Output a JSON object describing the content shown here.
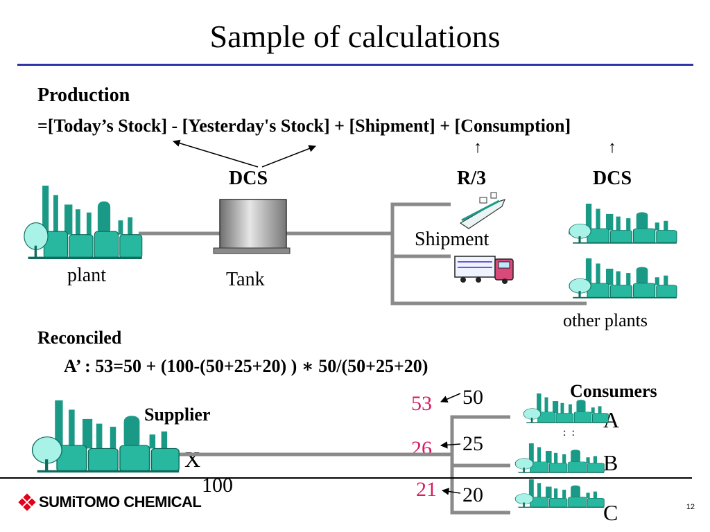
{
  "title": "Sample of calculations",
  "production": {
    "heading": "Production",
    "formula": "=[Today’s Stock] - [Yesterday's Stock] + [Shipment] + [Consumption]",
    "arrow_up": "↑"
  },
  "sources": {
    "dcs_left": "DCS",
    "r3": "R/3",
    "dcs_right": "DCS"
  },
  "labels": {
    "plant": "plant",
    "tank": "Tank",
    "shipment": "Shipment",
    "other_plants": "other plants"
  },
  "reconciled": {
    "heading": "Reconciled",
    "equation_prefix": "A’ : 53=50 + (100-(50+25+20) ) ",
    "multiply_symbol": "∗",
    "equation_suffix": "  50/(50+25+20)"
  },
  "supplier": {
    "label": "Supplier",
    "name": "X",
    "value": "100"
  },
  "consumers": {
    "heading": "Consumers",
    "rows": [
      {
        "reconciled": "53",
        "measured": "50",
        "name": "A"
      },
      {
        "reconciled": "26",
        "measured": "25",
        "name": "B"
      },
      {
        "reconciled": "21",
        "measured": "20",
        "name": "C"
      }
    ],
    "ellipsis": ": :"
  },
  "footer": {
    "logo_text": "SUMiTOMO CHEMICAL",
    "page_number": "12"
  },
  "colors": {
    "accent_rule": "#2b35a8",
    "plant_teal": "#1a9a86",
    "plant_light": "#a9f2e8",
    "reconciled_pink": "#d81b60",
    "logo_red": "#e2001a"
  },
  "icons": [
    "plant-icon",
    "tank-icon",
    "ship-icon",
    "truck-icon"
  ]
}
